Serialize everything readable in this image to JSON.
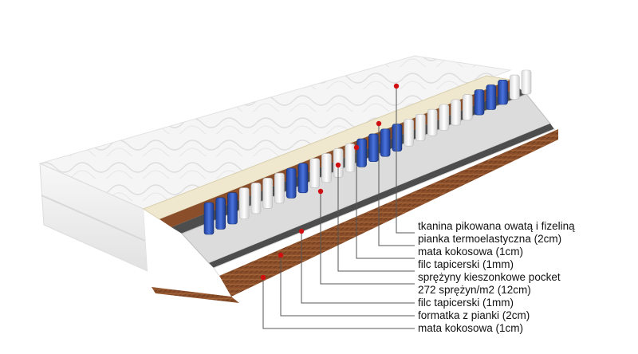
{
  "labels": [
    "tkanina pikowana owatą i fizeliną",
    "pianka termoelastyczna (2cm)",
    "mata kokosowa (1cm)",
    "filc tapicerski (1mm)",
    "sprężyny kieszonkowe pocket",
    "272 sprężyn/m2 (12cm)",
    "filc tapicerski (1mm)",
    "formatka z pianki (2cm)",
    "mata kokosowa (1cm)"
  ],
  "colors": {
    "leader_line": "#555555",
    "marker_dot": "#d01010",
    "coir": "#8a4f2a",
    "latex": "#efe8cf",
    "pocket_spring_white": "#f2f2f2",
    "pocket_spring_blue": "#2f58c0",
    "felt": "#5a5a5a",
    "foam": "#ffffff",
    "quilted_cover": "#f4f4f4"
  }
}
